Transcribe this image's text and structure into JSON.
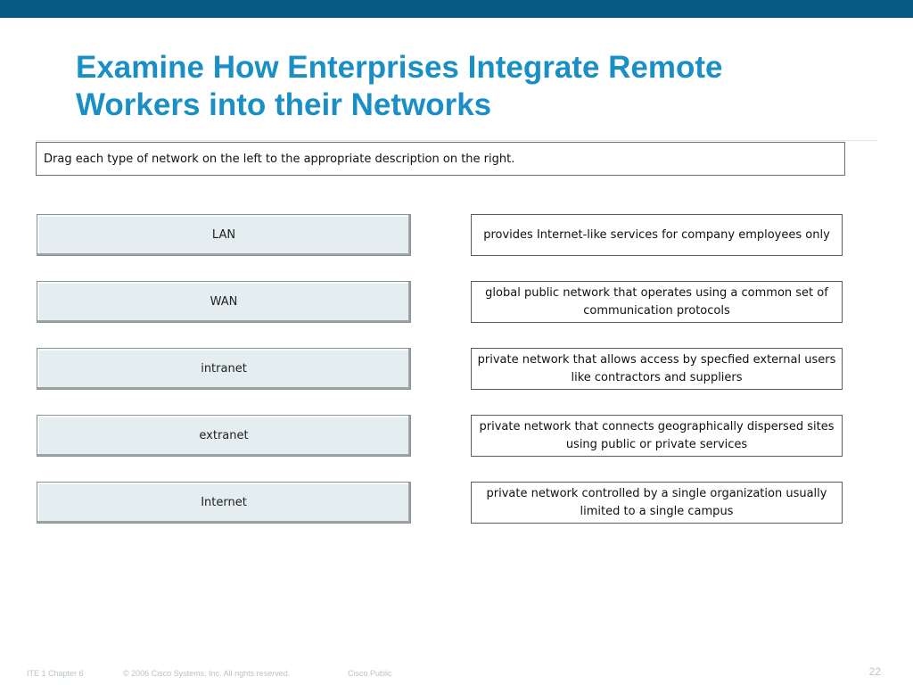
{
  "title": {
    "line1": "Examine How Enterprises Integrate Remote",
    "line2": "Workers into their Networks"
  },
  "instruction": "Drag each type of network on the left to the appropriate description on the right.",
  "network_types": [
    "LAN",
    "WAN",
    "intranet",
    "extranet",
    "Internet"
  ],
  "descriptions": [
    "provides Internet-like services for company employees only",
    "global public network that operates using a common set of communication protocols",
    "private network that allows access by specfied external users like contractors and suppliers",
    "private network that connects geographically dispersed sites using public or private services",
    "private network controlled by a single  organization usually limited to a single campus"
  ],
  "footer": {
    "chapter": "ITE 1 Chapter 6",
    "copyright": "© 2006 Cisco Systems, Inc. All rights reserved.",
    "classification": "Cisco Public",
    "page": "22"
  },
  "colors": {
    "top_bar": "#075a84",
    "title": "#1a8fc6",
    "network_item_bg": "#e4eef0",
    "footer_text": "#b8c3c8"
  }
}
